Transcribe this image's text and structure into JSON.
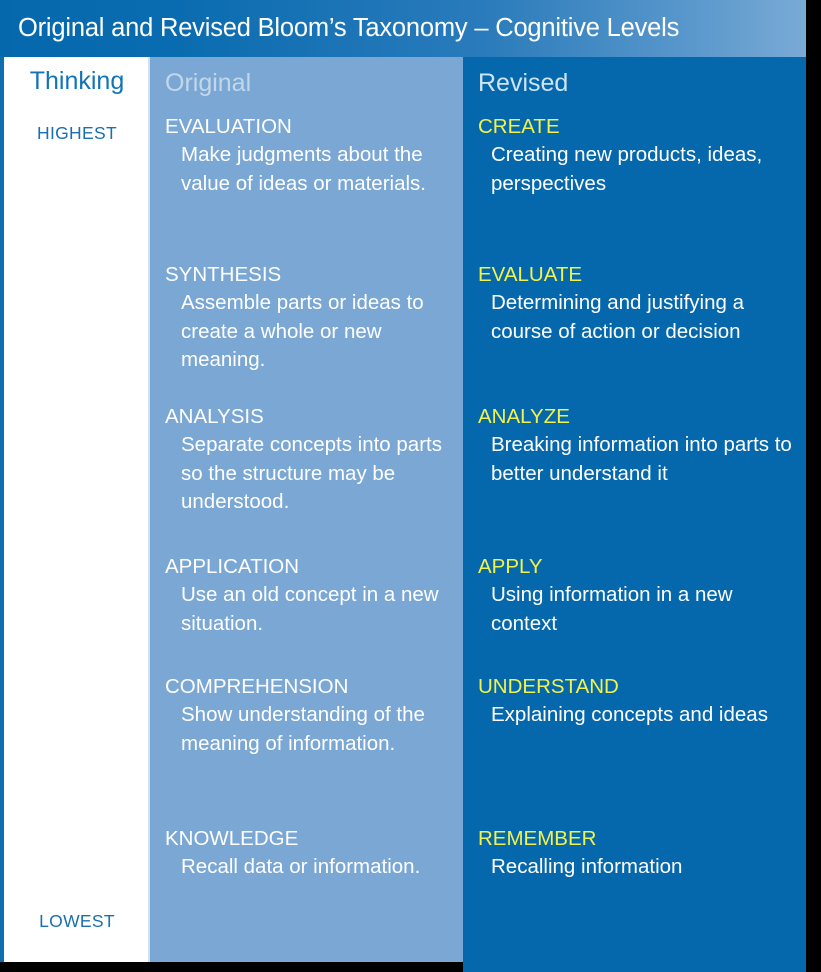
{
  "title": "Original and Revised Bloom’s Taxonomy – Cognitive Levels",
  "colors": {
    "title_bar_start": "#0568ad",
    "title_bar_end": "#7aaad6",
    "thinking_column_bg": "#ffffff",
    "thinking_text": "#1274b8",
    "original_column_bg": "#7ba7d4",
    "revised_column_bg": "#0568ad",
    "revised_term_text": "#f2f24a",
    "body_text": "#ffffff",
    "backdrop": "#000000"
  },
  "thinking": {
    "heading": "Thinking",
    "highest_label": "HIGHEST",
    "lowest_label": "LOWEST"
  },
  "original": {
    "heading": "Original",
    "levels": [
      {
        "term": "EVALUATION",
        "description": "Make judgments about the value of ideas or materials."
      },
      {
        "term": "SYNTHESIS",
        "description": "Assemble parts or ideas to create a whole or new meaning."
      },
      {
        "term": "ANALYSIS",
        "description": "Separate concepts into parts so the structure may be understood."
      },
      {
        "term": "APPLICATION",
        "description": "Use an old concept in a new situation."
      },
      {
        "term": "COMPREHENSION",
        "description": "Show understanding of the meaning of information."
      },
      {
        "term": "KNOWLEDGE",
        "description": "Recall data or information."
      }
    ]
  },
  "revised": {
    "heading": "Revised",
    "levels": [
      {
        "term": "CREATE",
        "description": "Creating new products, ideas, perspectives"
      },
      {
        "term": "EVALUATE",
        "description": "Determining and justifying a course of action or decision"
      },
      {
        "term": "ANALYZE",
        "description": "Breaking information into parts to better understand it"
      },
      {
        "term": "APPLY",
        "description": "Using information in a new context"
      },
      {
        "term": "UNDERSTAND",
        "description": "Explaining concepts and ideas"
      },
      {
        "term": "REMEMBER",
        "description": "Recalling information"
      }
    ]
  }
}
